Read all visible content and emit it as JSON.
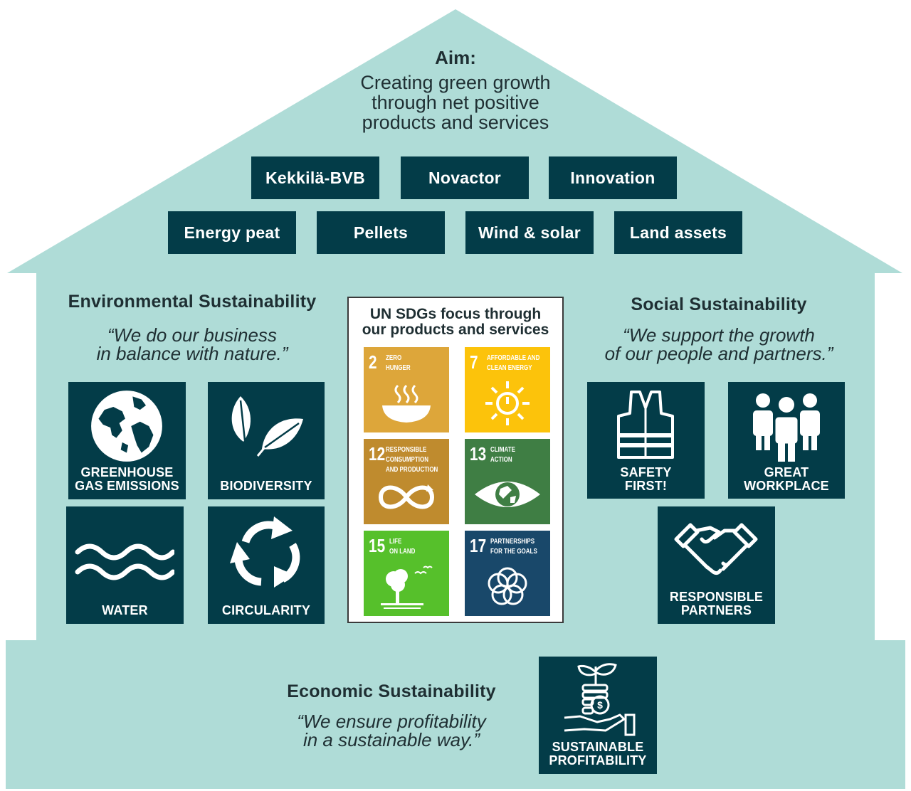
{
  "aim": {
    "label": "Aim:",
    "lines": [
      "Creating green growth",
      "through net positive",
      "products and services"
    ]
  },
  "businesses": {
    "row1": [
      "Kekkilä-BVB",
      "Novactor",
      "Innovation"
    ],
    "row2": [
      "Energy peat",
      "Pellets",
      "Wind & solar",
      "Land assets"
    ]
  },
  "environmental": {
    "title": "Environmental Sustainability",
    "quote_lines": [
      "“We do our business",
      "in  balance with nature.”"
    ],
    "tiles": [
      {
        "icon": "globe-icon",
        "label_lines": [
          "GREENHOUSE",
          "GAS EMISSIONS"
        ]
      },
      {
        "icon": "leaves-icon",
        "label_lines": [
          "BIODIVERSITY"
        ]
      },
      {
        "icon": "waves-icon",
        "label_lines": [
          "WATER"
        ]
      },
      {
        "icon": "recycle-icon",
        "label_lines": [
          "CIRCULARITY"
        ]
      }
    ]
  },
  "sdgs": {
    "title_lines": [
      "UN SDGs focus through",
      "our products and services"
    ],
    "goals": [
      {
        "number": "2",
        "text_lines": [
          "ZERO",
          "HUNGER"
        ],
        "color": "#dda63a",
        "icon": "bowl-icon"
      },
      {
        "number": "7",
        "text_lines": [
          "AFFORDABLE AND",
          "CLEAN ENERGY"
        ],
        "color": "#fcc30b",
        "icon": "sun-power-icon"
      },
      {
        "number": "12",
        "text_lines": [
          "RESPONSIBLE",
          "CONSUMPTION",
          "AND PRODUCTION"
        ],
        "color": "#bf8b2e",
        "icon": "infinity-icon"
      },
      {
        "number": "13",
        "text_lines": [
          "CLIMATE",
          "ACTION"
        ],
        "color": "#3f7e44",
        "icon": "eye-globe-icon"
      },
      {
        "number": "15",
        "text_lines": [
          "LIFE",
          "ON LAND"
        ],
        "color": "#56c02b",
        "icon": "tree-birds-icon"
      },
      {
        "number": "17",
        "text_lines": [
          "PARTNERSHIPS",
          "FOR THE GOALS"
        ],
        "color": "#19486a",
        "icon": "flower-rings-icon"
      }
    ]
  },
  "social": {
    "title": "Social Sustainability",
    "quote_lines": [
      "“We support the growth",
      "of our people and partners.”"
    ],
    "tiles": [
      {
        "icon": "safety-vest-icon",
        "label_lines": [
          "SAFETY",
          "FIRST!"
        ]
      },
      {
        "icon": "people-icon",
        "label_lines": [
          "GREAT",
          "WORKPLACE"
        ]
      },
      {
        "icon": "handshake-icon",
        "label_lines": [
          "RESPONSIBLE",
          "PARTNERS"
        ]
      }
    ]
  },
  "economic": {
    "title": "Economic Sustainability",
    "quote_lines": [
      "“We ensure profitability",
      "in a sustainable way.”"
    ],
    "tile": {
      "icon": "coin-plant-hand-icon",
      "label_lines": [
        "SUSTAINABLE",
        "PROFITABILITY"
      ]
    }
  },
  "colors": {
    "house": "#afdcd7",
    "tile": "#033c48",
    "text": "#1f2f33"
  }
}
